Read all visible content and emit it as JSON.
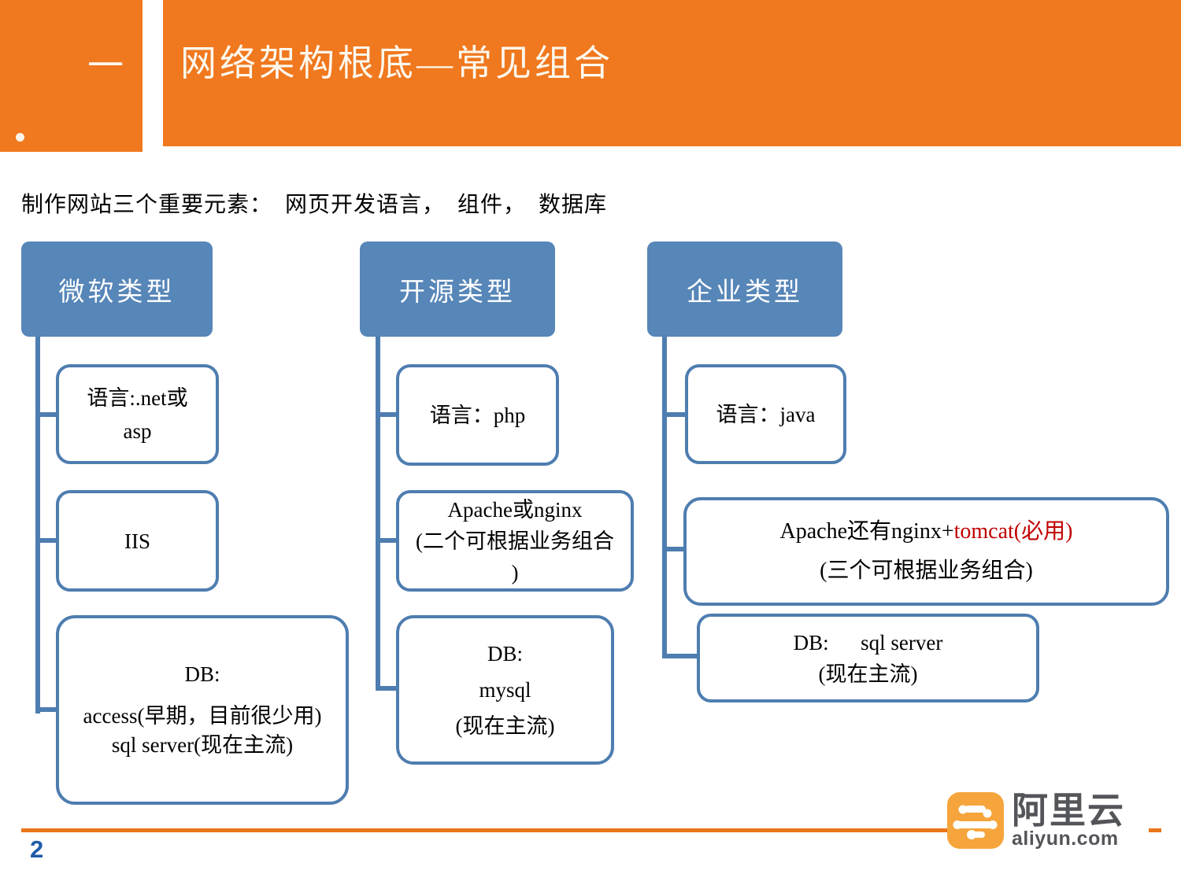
{
  "slide": {
    "section_number": "一",
    "title": "网络架构根底—常见组合",
    "intro": "制作网站三个重要元素：  网页开发语言，  组件，  数据库",
    "page_number": "2"
  },
  "colors": {
    "header_orange": "#F0781E",
    "footer_line_orange": "#E9751B",
    "logo_orange": "#F5A53C",
    "box_fill_blue": "#5786B8",
    "box_border_blue": "#4E7DB0",
    "highlight_red": "#C00000",
    "page_number_blue": "#1E5CA8",
    "logo_text_gray": "#54555A"
  },
  "diagram": {
    "columns": [
      {
        "header": "微软类型",
        "children": [
          {
            "lines": [
              "语言:.net或",
              "asp"
            ]
          },
          {
            "lines": [
              "IIS"
            ]
          },
          {
            "lines": [
              "DB:",
              "access(早期，目前很少用)",
              "sql server(现在主流)"
            ]
          }
        ]
      },
      {
        "header": "开源类型",
        "children": [
          {
            "lines": [
              "语言：php"
            ]
          },
          {
            "lines": [
              "Apache或nginx",
              "(二个可根据业务组合",
              ")"
            ]
          },
          {
            "lines": [
              "DB:",
              "mysql",
              "(现在主流)"
            ]
          }
        ]
      },
      {
        "header": "企业类型",
        "children": [
          {
            "lines": [
              "语言：java"
            ]
          },
          {
            "line1_black": "Apache还有nginx+",
            "line1_red": "tomcat(必用)",
            "line2": "(三个可根据业务组合)"
          },
          {
            "lines": [
              "DB:      sql server",
              "(现在主流)"
            ]
          }
        ]
      }
    ]
  },
  "footer": {
    "logo_cn": "阿里云",
    "logo_domain": "aliyun.com",
    "cloud_icon": "aliyun-cloud-icon"
  }
}
